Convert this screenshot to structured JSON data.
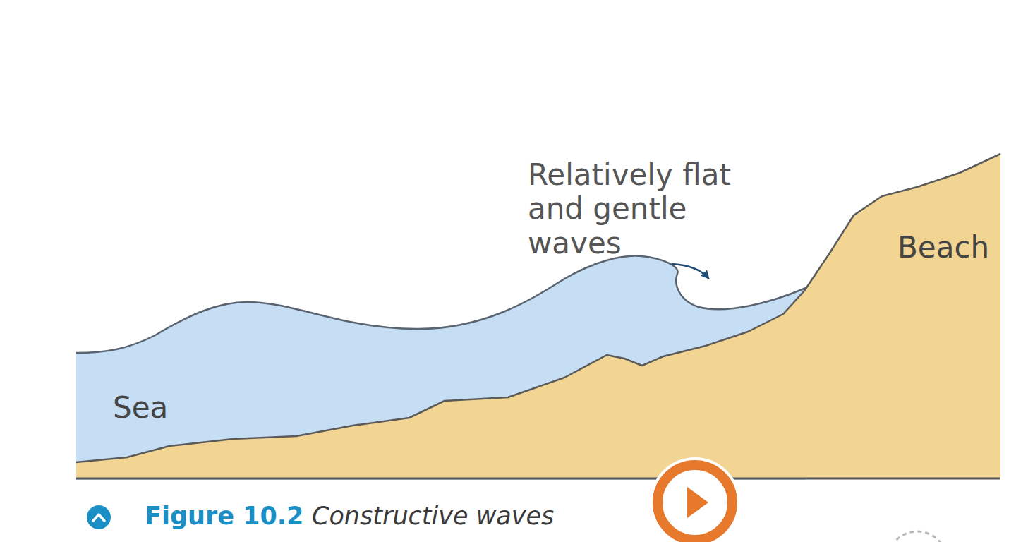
{
  "diagram": {
    "labels": [
      "Relatively flat and gentle waves",
      "Sea",
      "Beach",
      "Figure 10.2",
      "Constructive waves"
    ]
  }
}
